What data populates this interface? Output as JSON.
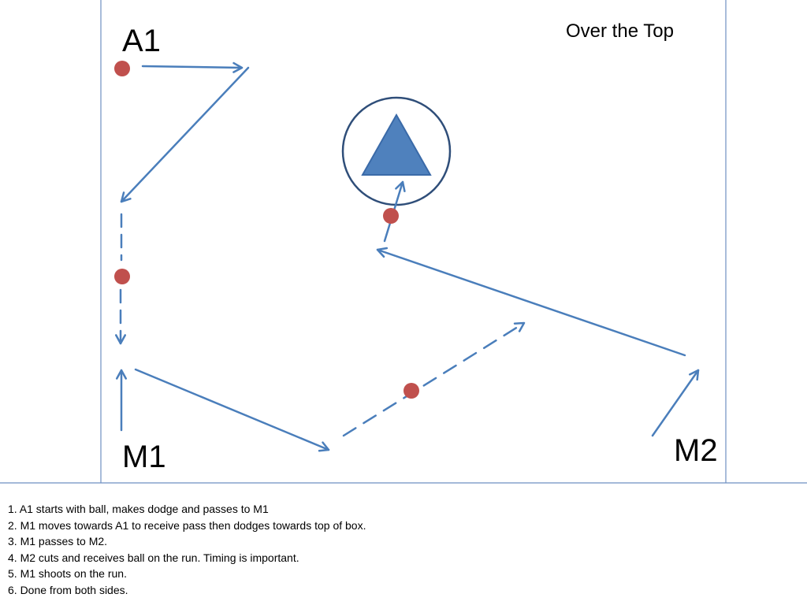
{
  "diagram": {
    "title": "Over the Top",
    "players": {
      "a1": "A1",
      "m1": "M1",
      "m2": "M2"
    },
    "colors": {
      "line": "#4a7ebb",
      "ball": "#c0504d",
      "goal": "#4f81bd",
      "crease": "#2f4e79",
      "boundary": "#6e8fc2"
    }
  },
  "notes": [
    "1. A1 starts with ball, makes dodge and passes to M1",
    "2. M1 moves towards A1 to receive pass then dodges towards top of box.",
    "3. M1 passes to M2.",
    "4. M2 cuts and receives ball on the run. Timing is important.",
    "5. M1 shoots on the run.",
    "6. Done from both sides."
  ]
}
